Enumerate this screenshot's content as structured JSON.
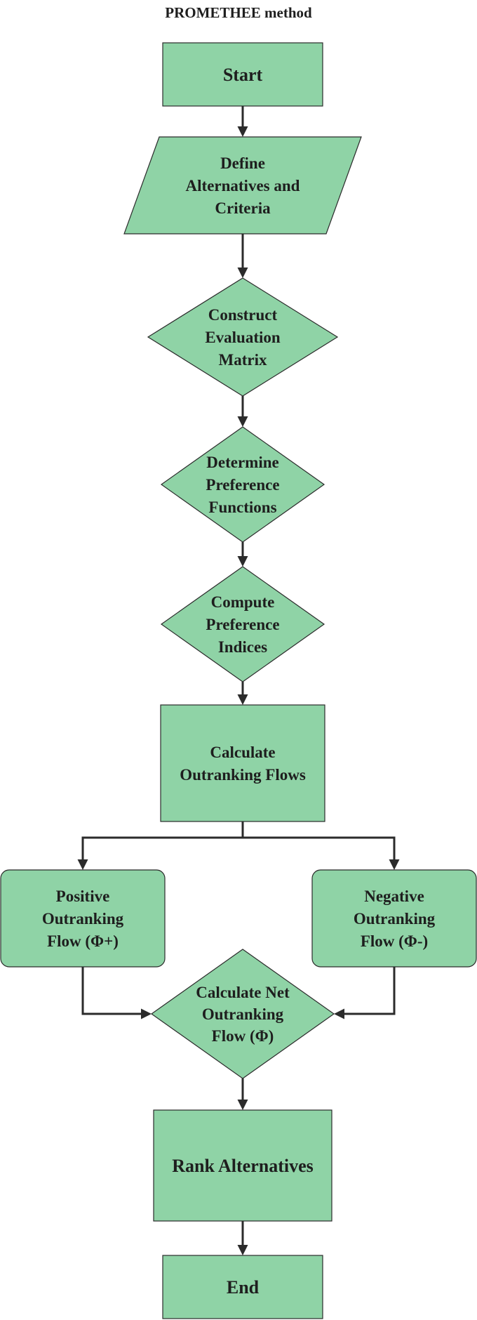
{
  "title": "PROMETHEE method",
  "colors": {
    "node_fill": "#8fd3a6",
    "node_stroke": "#2b2b2b",
    "connector": "#2b2b2b",
    "text": "#1e1e1e"
  },
  "nodes": {
    "start": {
      "shape": "rectangle",
      "lines": [
        "Start"
      ]
    },
    "define": {
      "shape": "parallelogram",
      "lines": [
        "Define",
        "Alternatives and",
        "Criteria"
      ]
    },
    "construct": {
      "shape": "diamond",
      "lines": [
        "Construct",
        "Evaluation",
        "Matrix"
      ]
    },
    "determine": {
      "shape": "diamond",
      "lines": [
        "Determine",
        "Preference",
        "Functions"
      ]
    },
    "compute": {
      "shape": "diamond",
      "lines": [
        "Compute",
        "Preference",
        "Indices"
      ]
    },
    "calculate": {
      "shape": "rectangle",
      "lines": [
        "Calculate",
        "Outranking Flows"
      ]
    },
    "positive": {
      "shape": "rounded-rectangle",
      "lines": [
        "Positive",
        "Outranking",
        "Flow (Φ+)"
      ]
    },
    "negative": {
      "shape": "rounded-rectangle",
      "lines": [
        "Negative",
        "Outranking",
        "Flow (Φ-)"
      ]
    },
    "net": {
      "shape": "diamond",
      "lines": [
        "Calculate Net",
        "Outranking",
        "Flow (Φ)"
      ]
    },
    "rank": {
      "shape": "rectangle",
      "lines": [
        "Rank Alternatives"
      ]
    },
    "end": {
      "shape": "rectangle",
      "lines": [
        "End"
      ]
    }
  },
  "edges": [
    {
      "from": "start",
      "to": "define"
    },
    {
      "from": "define",
      "to": "construct"
    },
    {
      "from": "construct",
      "to": "determine"
    },
    {
      "from": "determine",
      "to": "compute"
    },
    {
      "from": "compute",
      "to": "calculate"
    },
    {
      "from": "calculate",
      "to": "positive"
    },
    {
      "from": "calculate",
      "to": "negative"
    },
    {
      "from": "positive",
      "to": "net"
    },
    {
      "from": "negative",
      "to": "net"
    },
    {
      "from": "net",
      "to": "rank"
    },
    {
      "from": "rank",
      "to": "end"
    }
  ]
}
